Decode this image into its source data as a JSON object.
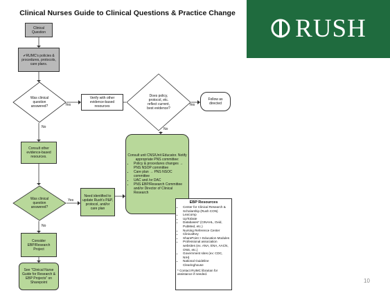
{
  "title": "Clinical Nurses Guide to Clinical Questions & Practice Change",
  "brand": {
    "name": "RUSH",
    "color": "#1f6b3e"
  },
  "page_number": "10",
  "nodes": {
    "clinical_question": "Clinical Question",
    "rumc_policies": "✔RUMC's policies & procedures, protocols, care plans.",
    "was_answered": "Was clinical question answered?",
    "verify": "Verify with other evidence-based resources",
    "does_policy": "Does policy, protocol, etc. reflect current, best evidence?",
    "follow": "Follow as directed",
    "consult_other": "Consult other evidence-based resources.",
    "was_answered2": "Was clinical question answered?",
    "need_identified": "Need identified to update Rush's P&P, protocol, and/or care plan",
    "consider": "Consider EBP/Research Project",
    "see_guide": "See \"Clinical Nurse Guide for Research & EBP Projects\" on Sharepoint"
  },
  "consult_box": {
    "intro": "Consult unit CNS/Unit Educator. Notify appropriate PNS committee:",
    "items": [
      "Policy & procedures changes → PNS NSOP committee",
      "Care plan → PNS NSOC committee",
      "UAC and /or DAC",
      "PNS EBP/Research Committee and/or Director of Clinical Research"
    ]
  },
  "edge_labels": {
    "yes1": "Yes",
    "yes2": "Yes",
    "no1": "No",
    "no2": "No",
    "yes3": "Yes",
    "no3": "No"
  },
  "ebp": {
    "title": "EBP Resources",
    "items": [
      "Center for Clinical Research & Scholarship (Rush CON)",
      "Lexicomp",
      "UpToDate",
      "Databases* (CINAHL, Ovid, PubMed, etc.)",
      "Nursing Reference Center",
      "ClinicalKey",
      "SharePoint > Education Modules",
      "Professional association websites (ex. ANA, ENA, AACN, ONS, etc.)",
      "Government sites (ex: CDC, NIH)",
      "National Guideline Clearinghouse"
    ],
    "note": "* Contact RUMC librarian for assistance if needed."
  }
}
